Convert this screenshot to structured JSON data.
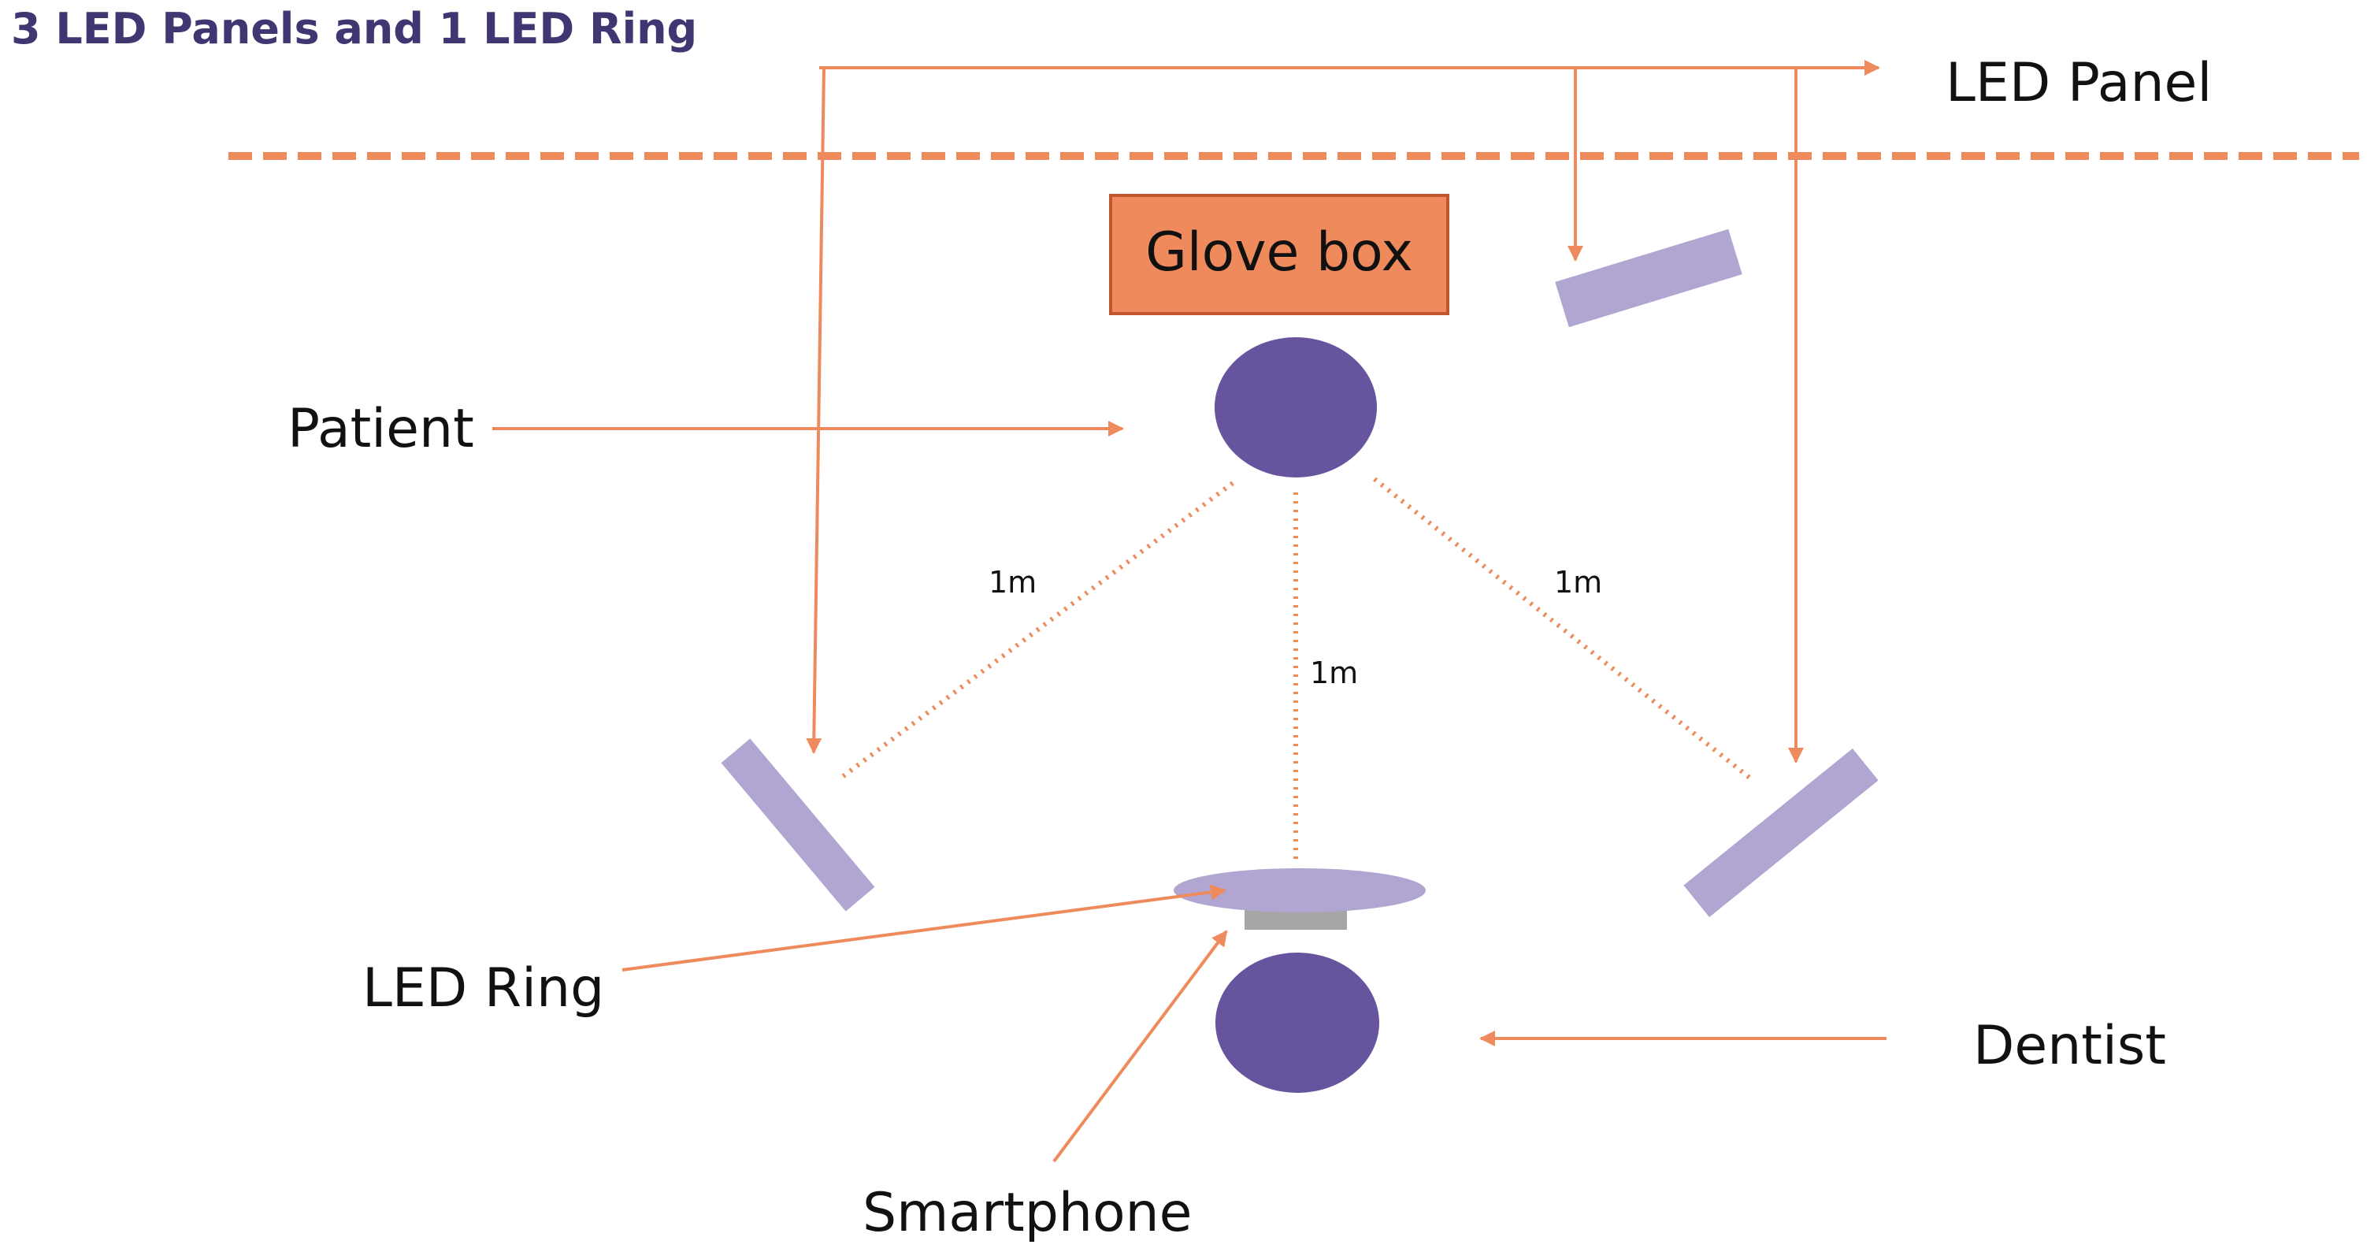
{
  "title": "3 LED Panels and 1 LED Ring",
  "labels": {
    "led_panel": "LED Panel",
    "glove_box": "Glove box",
    "patient": "Patient",
    "led_ring": "LED Ring",
    "dentist": "Dentist",
    "smartphone": "Smartphone"
  },
  "distances": {
    "left": "1m",
    "center": "1m",
    "right": "1m"
  },
  "colors": {
    "accent": "#EE8A5C",
    "glove_box_fill": "#EE8A5C",
    "glove_box_border": "#C0552E",
    "person": "#66549E",
    "led": "#B1A6D1",
    "smartphone": "#A6A6A6",
    "title": "#3E3771"
  }
}
